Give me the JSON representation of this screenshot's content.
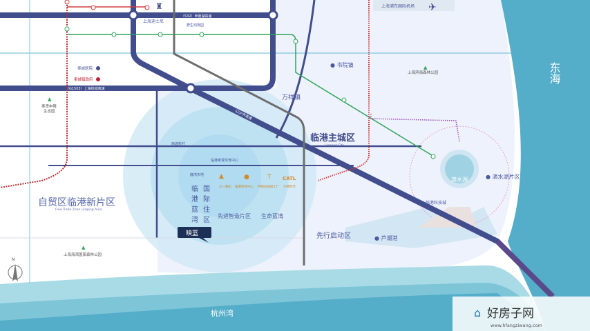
{
  "colors": {
    "sea": "#54aec9",
    "road": "#414d8c",
    "metro_red": "#d33a3a",
    "metro_green": "#2fa35a",
    "metro_grey": "#6d6d6d",
    "district_text": "#4a5a9c",
    "accent_project": "#1c2f55"
  },
  "sea": {
    "east": "东海",
    "bay": "杭州湾"
  },
  "airport": {
    "label": "上海浦东国际机场",
    "icon": "airplane-icon"
  },
  "roads": {
    "s32": "（S32）申嘉湖高速",
    "g1503": "（G1503）上海绕城高速",
    "s2": "S2沪芦高速"
  },
  "landmarks": {
    "disney": "上海迪士尼",
    "wildlife": "野生动物园",
    "hospital": "奉城医院",
    "gov": "奉城镇政府",
    "ecopark": "奉贤申隆\n生态园",
    "ecopark_l1": "奉贤申隆",
    "ecopark_l2": "生态园",
    "shuyuan": "书院镇",
    "wanxiang": "万祥镇",
    "binhai_park": "上海滨海森林公园",
    "haiwan_park": "上海海湾国家森林公园",
    "luchao": "芦潮港",
    "dishui_district": "滴水湖片区",
    "dishui_lake": "滴水湖",
    "tech_city": "临港科技城",
    "lingang_main": "临港主城区",
    "lingang_main_en": "Lingang City",
    "ftz": "自贸区临港新片区",
    "ftz_en": "Free Trade Zone Lingang Area",
    "advanced_zone": "先进智造片区",
    "life_bay": "生命蓝湾",
    "pilot_zone": "先行启动区",
    "intl_bay": [
      "临",
      "国",
      "港",
      "际",
      "蓝",
      "住",
      "湾",
      "区"
    ],
    "companies": [
      "三一重机",
      "临港奉贤中心",
      "特斯拉超级工厂",
      "宁德时代"
    ],
    "catl": "CATL",
    "xinxiao": "西渡新村",
    "sports": "临港奉贤体育中心",
    "water_park": "鹿湾天地"
  },
  "project": {
    "name": "映蓝"
  },
  "compass": {
    "north": "N"
  },
  "watermark": {
    "name": "好房子网",
    "url": "www.hfangziwang.com"
  }
}
